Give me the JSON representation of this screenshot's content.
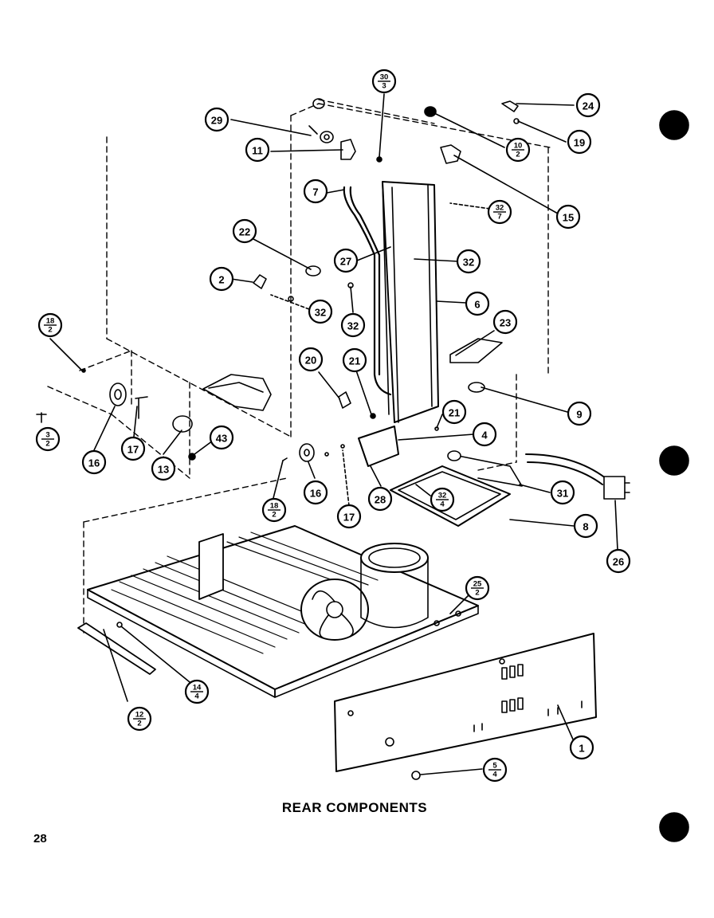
{
  "title": "REAR COMPONENTS",
  "page_number": "28",
  "callouts": [
    {
      "id": "c1",
      "label": "1"
    },
    {
      "id": "c2",
      "label": "2"
    },
    {
      "id": "c4",
      "label": "4"
    },
    {
      "id": "c5-4",
      "top": "5",
      "bottom": "4"
    },
    {
      "id": "c6",
      "label": "6"
    },
    {
      "id": "c7",
      "label": "7"
    },
    {
      "id": "c8",
      "label": "8"
    },
    {
      "id": "c9",
      "label": "9"
    },
    {
      "id": "c10-2",
      "top": "10",
      "bottom": "2"
    },
    {
      "id": "c11",
      "label": "11"
    },
    {
      "id": "c12-2",
      "top": "12",
      "bottom": "2"
    },
    {
      "id": "c13",
      "label": "13"
    },
    {
      "id": "c14-4",
      "top": "14",
      "bottom": "4"
    },
    {
      "id": "c15",
      "label": "15"
    },
    {
      "id": "c16a",
      "label": "16"
    },
    {
      "id": "c16b",
      "label": "16"
    },
    {
      "id": "c17a",
      "label": "17"
    },
    {
      "id": "c17b",
      "label": "17"
    },
    {
      "id": "c18-2a",
      "top": "18",
      "bottom": "2"
    },
    {
      "id": "c18-2b",
      "top": "18",
      "bottom": "2"
    },
    {
      "id": "c19",
      "label": "19"
    },
    {
      "id": "c20",
      "label": "20"
    },
    {
      "id": "c21a",
      "label": "21"
    },
    {
      "id": "c21b",
      "label": "21"
    },
    {
      "id": "c22",
      "label": "22"
    },
    {
      "id": "c23",
      "label": "23"
    },
    {
      "id": "c24",
      "label": "24"
    },
    {
      "id": "c25-2",
      "top": "25",
      "bottom": "2"
    },
    {
      "id": "c26",
      "label": "26"
    },
    {
      "id": "c27",
      "label": "27"
    },
    {
      "id": "c28",
      "label": "28"
    },
    {
      "id": "c29",
      "label": "29"
    },
    {
      "id": "c30-3",
      "top": "30",
      "bottom": "3"
    },
    {
      "id": "c31",
      "label": "31"
    },
    {
      "id": "c32a",
      "label": "32"
    },
    {
      "id": "c32b",
      "label": "32"
    },
    {
      "id": "c32c",
      "label": "32"
    },
    {
      "id": "c32-7",
      "top": "32",
      "bottom": "7"
    },
    {
      "id": "c32-4",
      "top": "32",
      "bottom": "4"
    },
    {
      "id": "c3-2",
      "top": "3",
      "bottom": "2"
    },
    {
      "id": "c43",
      "label": "43"
    }
  ]
}
